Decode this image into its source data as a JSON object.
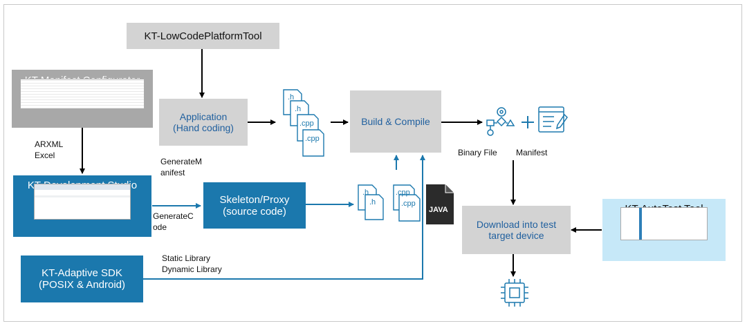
{
  "nodes": {
    "lowcode": "KT-LowCodePlatformTool",
    "manifest_configurator": "KT Manifest Configurator",
    "application_line1": "Application",
    "application_line2": "(Hand coding)",
    "build": "Build & Compile",
    "dev_studio": "KT Development Studio",
    "skeleton_line1": "Skeleton/Proxy",
    "skeleton_line2": "(source code)",
    "sdk_line1": "KT-Adaptive SDK",
    "sdk_line2": "(POSIX & Android)",
    "download_line1": "Download into test",
    "download_line2": "target device",
    "autotest": "KT-AutoTest Tool"
  },
  "labels": {
    "arxml": "ARXML",
    "excel": "Excel",
    "generate_manifest_1": "GenerateM",
    "generate_manifest_2": "anifest",
    "generate_code_1": "GenerateC",
    "generate_code_2": "ode",
    "static_lib": "Static Library",
    "dynamic_lib": "Dynamic Library",
    "binary_file": "Binary File",
    "manifest": "Manifest"
  },
  "files": {
    "h": ".h",
    "cpp": ".cpp",
    "java": "JAVA"
  },
  "colors": {
    "gray_box": "#d3d3d3",
    "blue_box": "#1b78ad",
    "light_blue_box": "#c6e8f8",
    "arrow_black": "#000000",
    "arrow_blue": "#1b78ad"
  },
  "icons": [
    "document-h-icon",
    "document-cpp-icon",
    "java-file-icon",
    "process-flow-icon",
    "plus-icon",
    "manifest-form-icon",
    "chip-icon"
  ]
}
